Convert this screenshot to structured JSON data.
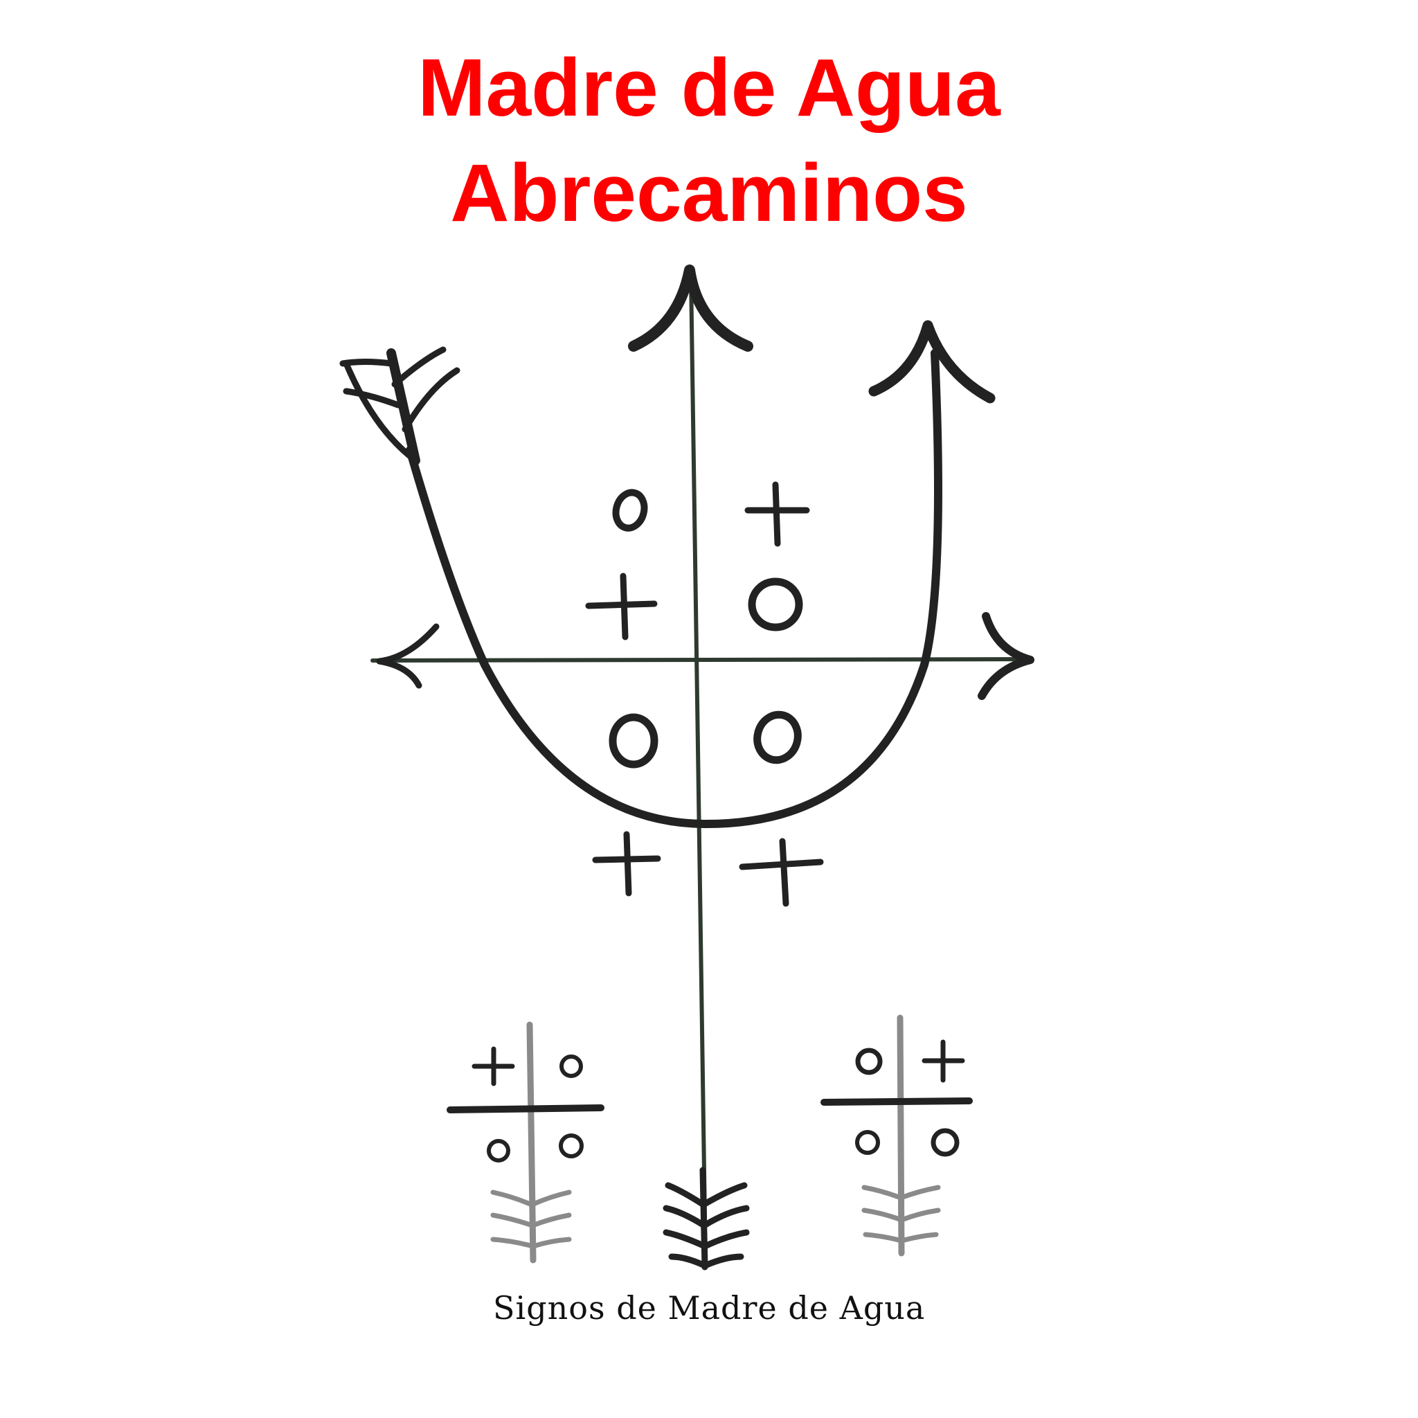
{
  "header": {
    "title_line1": "Madre de Agua",
    "title_line2": "Abrecaminos",
    "title_color": "#ff0000"
  },
  "figure": {
    "ink_color": "#222222",
    "axis_color": "#2f3a2f",
    "faded_color": "#8a8a8a"
  },
  "caption": {
    "text": "Signos de Madre de Agua"
  }
}
